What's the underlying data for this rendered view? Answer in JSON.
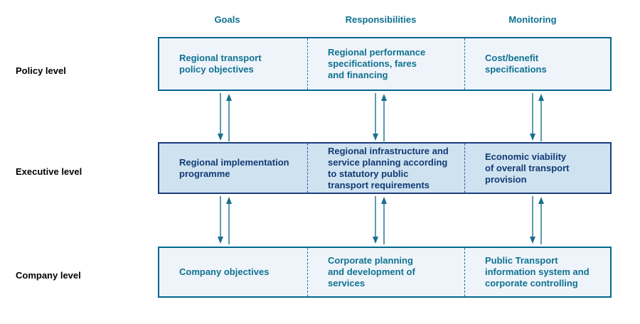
{
  "columns": [
    {
      "label": "Goals"
    },
    {
      "label": "Responsibilities"
    },
    {
      "label": "Monitoring"
    }
  ],
  "rows": [
    {
      "label": "Policy level",
      "cells": [
        "Regional transport\npolicy objectives",
        "Regional performance\nspecifications, fares\nand financing",
        "Cost/benefit\nspecifications"
      ]
    },
    {
      "label": "Executive level",
      "cells": [
        "Regional implementation\nprogramme",
        "Regional infrastructure and\nservice planning according\nto statutory public\ntransport requirements",
        "Economic viability\nof overall transport\nprovision"
      ]
    },
    {
      "label": "Company level",
      "cells": [
        "Company objectives",
        "Corporate planning\nand development of\nservices",
        "Public Transport\ninformation system and\ncorporate controlling"
      ]
    }
  ],
  "arrows": {
    "description": "bidirectional vertical arrows between each level in each column",
    "direction": "down-and-up"
  },
  "colors": {
    "teal_border": "#00688E",
    "teal_text": "#0E7291",
    "light_fill": "#EFF4FA",
    "navy_border": "#1B3E7E",
    "navy_text": "#123A75",
    "executive_fill": "#CFE2F0",
    "arrow": "#17708F",
    "row_label_text": "#000000",
    "background": "#FFFFFF"
  }
}
